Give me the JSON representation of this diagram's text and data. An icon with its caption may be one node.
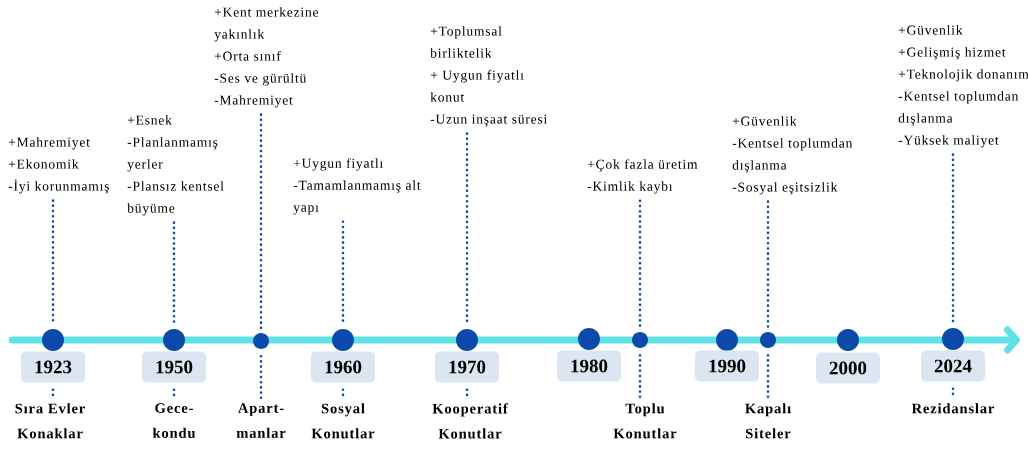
{
  "diagram": {
    "nodes": [
      {
        "text": [
          "+Mahremiyet",
          "+Ekonomik",
          "-İyi korunmamış"
        ]
      },
      {
        "text": [
          "+Esnek",
          "-Planlanmamış yerler",
          "-Plansız kentsel büyüme"
        ]
      },
      {
        "text": [
          "+Kent merkezine yakınlık",
          "+Orta sınıf",
          "-Ses ve gürültü",
          "-Mahremiyet"
        ]
      },
      {
        "text": [
          "+Uygun fiyatlı",
          "-Tamamlanmamış alt yapı"
        ]
      },
      {
        "text": [
          "+Toplumsal birliktelik",
          "+ Uygun fiyatlı konut",
          "-Uzun inşaat süresi"
        ]
      },
      {
        "text": [
          "+Çok fazla üretim",
          "-Kimlik kaybı"
        ]
      },
      {
        "text": [
          "+Güvenlik",
          "-Kentsel toplumdan dışlanma",
          "-Sosyal eşitsizlik"
        ]
      },
      {
        "text": [
          "+Güvenlik",
          "+Gelişmiş hizmet",
          "+Teknolojik donanım",
          "-Kentsel toplumdan dışlanma",
          "-Yüksek maliyet"
        ]
      },
      {
        "text": [],
        "shape": "circle"
      },
      {
        "text": [],
        "shape": "circle"
      },
      {
        "text": [],
        "shape": "circle"
      },
      {
        "text": [],
        "shape": "circle"
      },
      {
        "text": [],
        "shape": "circle"
      },
      {
        "text": [],
        "shape": "circle"
      },
      {
        "text": [],
        "shape": "circle"
      },
      {
        "text": [],
        "shape": "circle"
      },
      {
        "text": [],
        "shape": "circle"
      },
      {
        "text": [],
        "shape": "circle"
      },
      {
        "text": [],
        "shape": "circle"
      },
      {
        "text": [
          "1923"
        ]
      },
      {
        "text": [
          "1950"
        ]
      },
      {
        "text": [
          "1960"
        ]
      },
      {
        "text": [
          "1970"
        ]
      },
      {
        "text": [
          "1980"
        ]
      },
      {
        "text": [
          "1990"
        ]
      },
      {
        "text": [
          "2000"
        ]
      },
      {
        "text": [
          "2024"
        ]
      },
      {
        "text": [
          "Sıra Evler Konaklar"
        ]
      },
      {
        "text": [
          "Gece- kondu"
        ]
      },
      {
        "text": [
          "Apart- manlar"
        ]
      },
      {
        "text": [
          "Sosyal Konutlar"
        ]
      },
      {
        "text": [
          "Kooperatif Konutlar"
        ]
      },
      {
        "text": [
          "Toplu Konutlar"
        ]
      },
      {
        "text": [
          "Kapalı Siteler"
        ]
      },
      {
        "text": [
          "Rezidanslar"
        ]
      }
    ],
    "edges": [
      {
        "from": 0,
        "to": 8,
        "arrow": "none"
      },
      {
        "from": 1,
        "to": 9,
        "arrow": "none"
      },
      {
        "from": 2,
        "to": 10,
        "arrow": "none"
      },
      {
        "from": 3,
        "to": 11,
        "arrow": "none"
      },
      {
        "from": 4,
        "to": 12,
        "arrow": "none"
      },
      {
        "from": 5,
        "to": 14,
        "arrow": "none"
      },
      {
        "from": 6,
        "to": 16,
        "arrow": "none"
      },
      {
        "from": 7,
        "to": 18,
        "arrow": "none"
      },
      {
        "from": 19,
        "to": 27,
        "arrow": "none"
      },
      {
        "from": 20,
        "to": 28,
        "arrow": "none"
      },
      {
        "from": 10,
        "to": 29,
        "arrow": "none"
      },
      {
        "from": 21,
        "to": 30,
        "arrow": "none"
      },
      {
        "from": 22,
        "to": 31,
        "arrow": "none"
      },
      {
        "from": 14,
        "to": 32,
        "arrow": "none"
      },
      {
        "from": 16,
        "to": 33,
        "arrow": "none"
      },
      {
        "from": 26,
        "to": 34,
        "arrow": "none"
      }
    ]
  }
}
